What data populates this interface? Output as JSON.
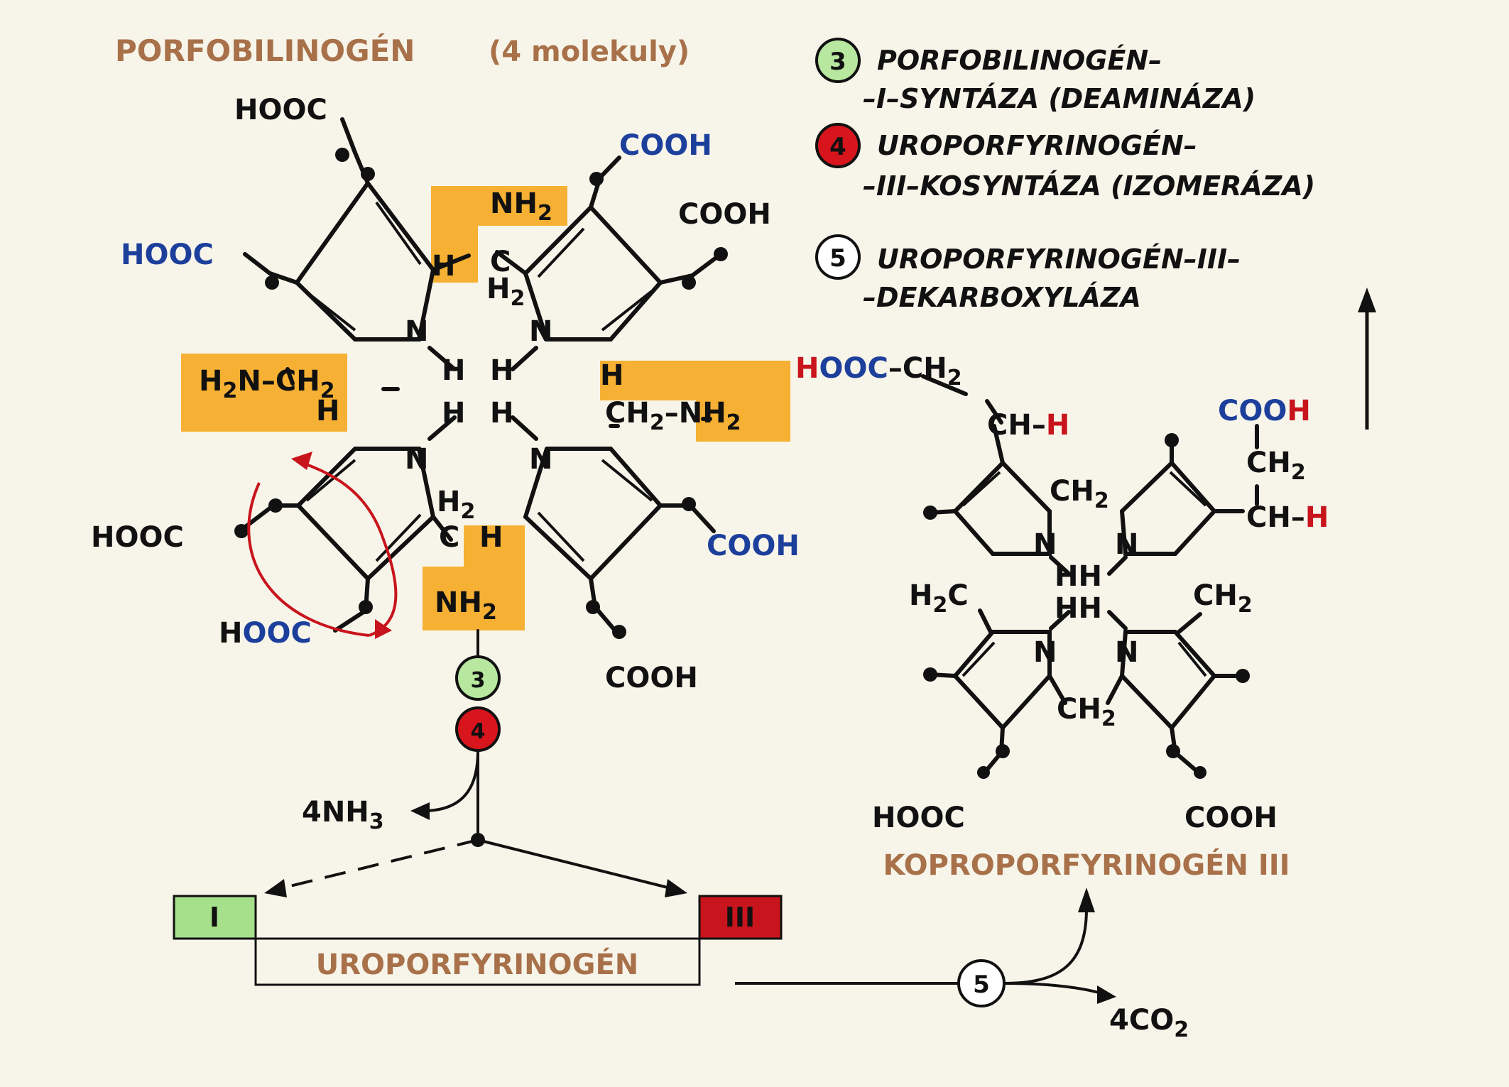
{
  "title": "PORFOBILINOGÉN",
  "title_note": "(4 molekuly)",
  "legend": [
    {
      "num": "3",
      "color": "#b8e8a0",
      "line1": "PORFOBILINOGÉN–",
      "line2": "–I–SYNTÁZA  (DEAMINÁZA)"
    },
    {
      "num": "4",
      "color": "#d8141c",
      "line1": "UROPORFYRINOGÉN–",
      "line2": "–III–KOSYNTÁZA (IZOMERÁZA)"
    },
    {
      "num": "5",
      "color": "#ffffff",
      "line1": "UROPORFYRINOGÉN–III–",
      "line2": "–DEKARBOXYLÁZA"
    }
  ],
  "labels": {
    "hooc": "HOOC",
    "cooh": "COOH",
    "h": "H",
    "c": "C",
    "n": "N",
    "hh": "HH",
    "nh2": "NH",
    "sub2": "2",
    "h2n": "H",
    "ch2": "CH",
    "h2c": "H",
    "ch_h": "CH–",
    "nh3": "4NH",
    "sub3": "3",
    "co2": "4CO"
  },
  "steps": {
    "three": "3",
    "four": "4",
    "five": "5"
  },
  "isomers": {
    "one": "I",
    "three": "III",
    "name": "UROPORFYRINOGÉN"
  },
  "product": "KOPROPORFYRINOGÉN III"
}
